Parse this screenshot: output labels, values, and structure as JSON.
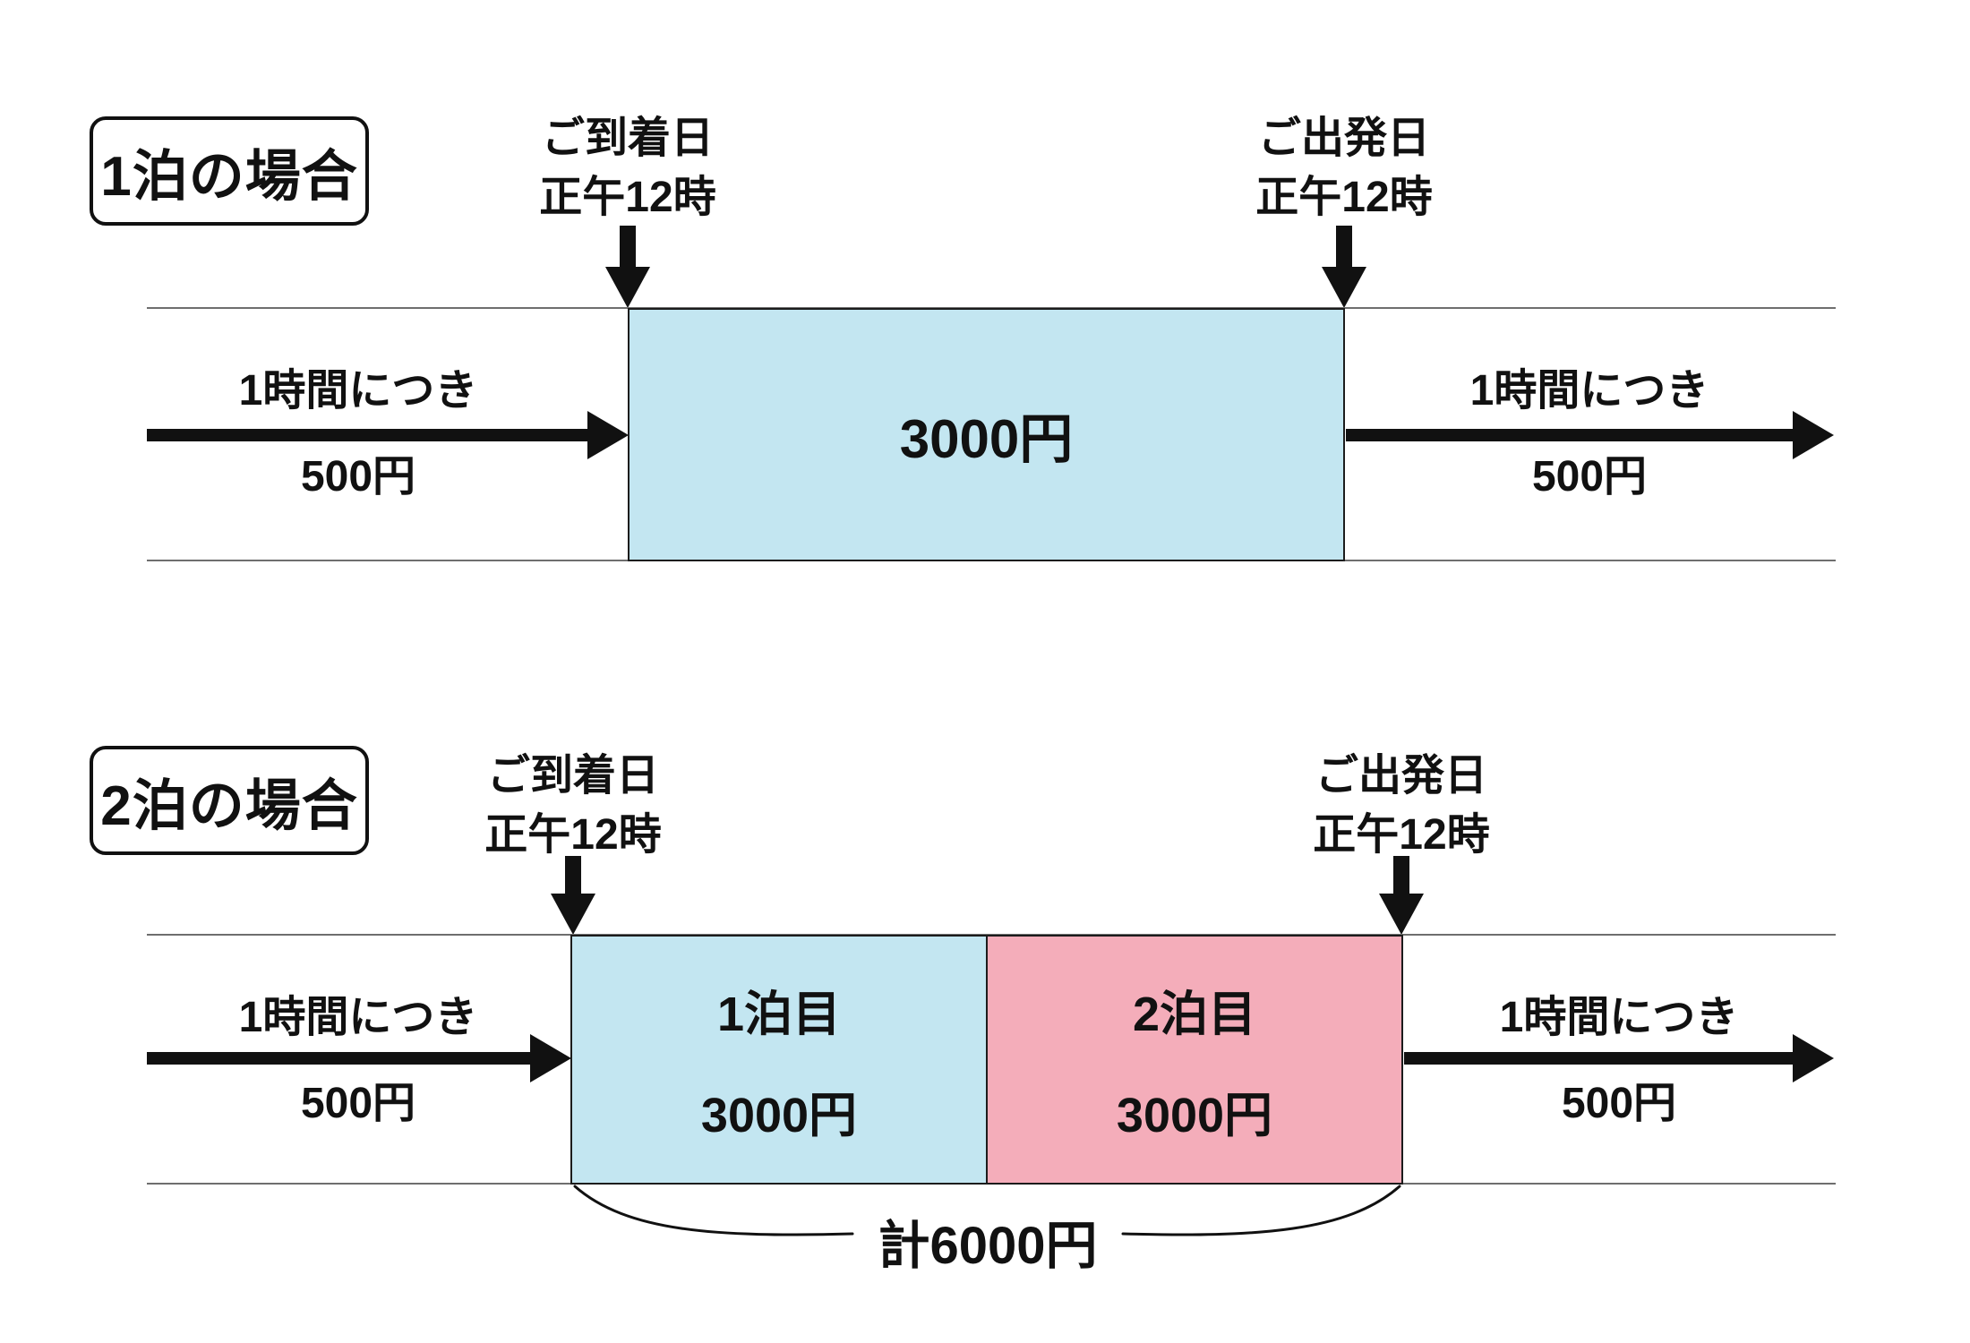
{
  "colors": {
    "night_block_blue": "#c3e6f1",
    "night_block_pink": "#f4adba",
    "timeline_line_gray": "#6e6e6e",
    "ink": "#111111"
  },
  "section1": {
    "case_label": "1泊の場合",
    "arrival": {
      "line1": "ご到着日",
      "line2": "正午12時"
    },
    "departure": {
      "line1": "ご出発日",
      "line2": "正午12時"
    },
    "rate_before": {
      "line1": "1時間につき",
      "line2": "500円"
    },
    "rate_after": {
      "line1": "1時間につき",
      "line2": "500円"
    },
    "stay_price": "3000円"
  },
  "section2": {
    "case_label": "2泊の場合",
    "arrival": {
      "line1": "ご到着日",
      "line2": "正午12時"
    },
    "departure": {
      "line1": "ご出発日",
      "line2": "正午12時"
    },
    "rate_before": {
      "line1": "1時間につき",
      "line2": "500円"
    },
    "rate_after": {
      "line1": "1時間につき",
      "line2": "500円"
    },
    "night1": {
      "name": "1泊目",
      "price": "3000円"
    },
    "night2": {
      "name": "2泊目",
      "price": "3000円"
    },
    "total": "計6000円"
  }
}
